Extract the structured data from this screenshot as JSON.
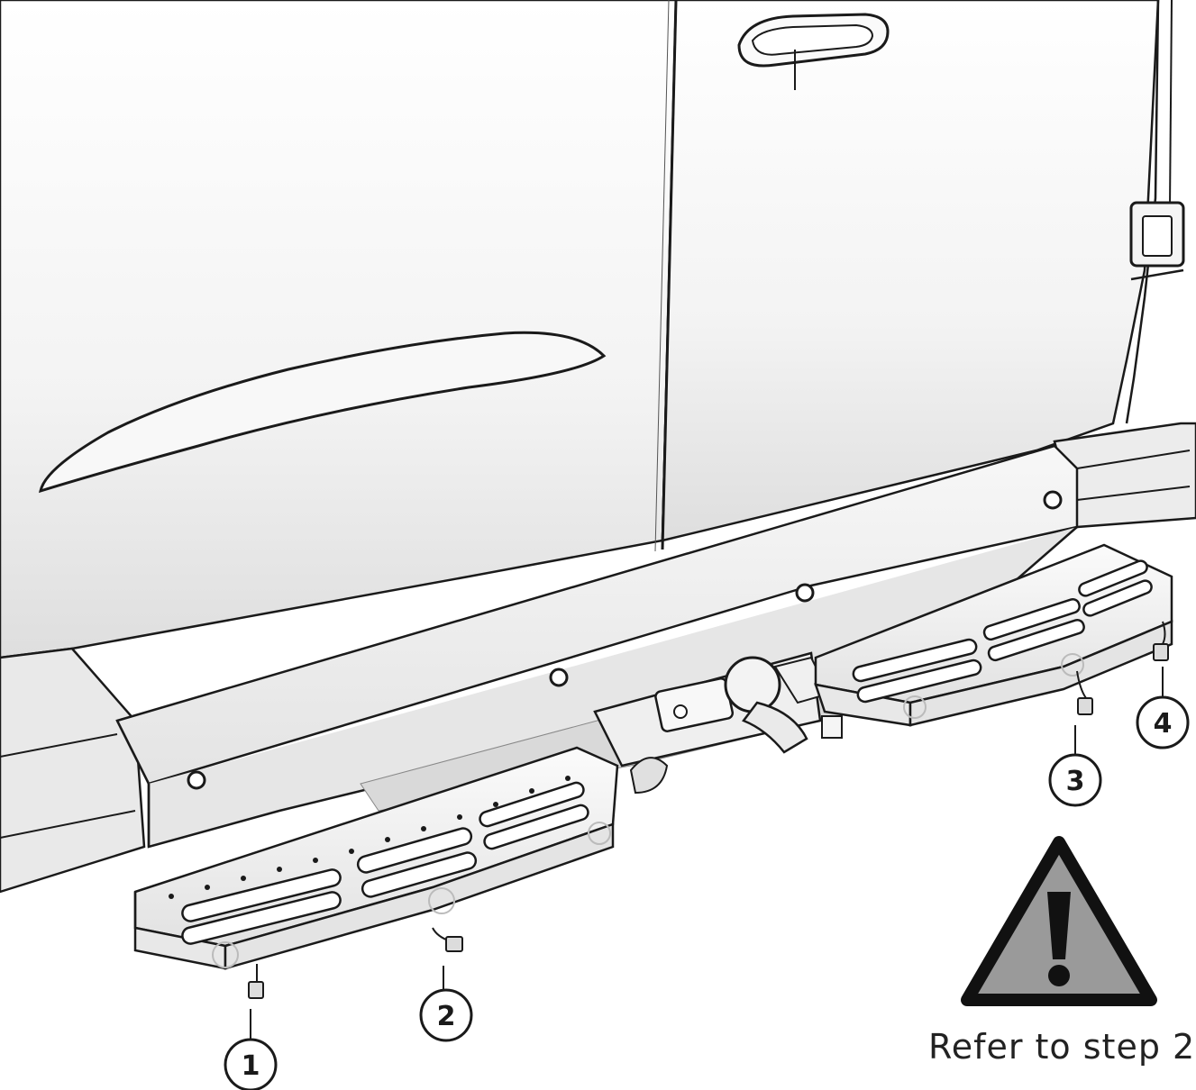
{
  "callouts": [
    {
      "id": "1",
      "label": "1"
    },
    {
      "id": "2",
      "label": "2"
    },
    {
      "id": "3",
      "label": "3"
    },
    {
      "id": "4",
      "label": "4"
    }
  ],
  "warning": {
    "icon": "warning-triangle-icon",
    "caption": "Refer to step 2",
    "fill_color": "#9a9a9a",
    "stroke_color": "#111111"
  },
  "colors": {
    "body": "#f4f4f4",
    "shadow": "#d6d6d6",
    "line": "#1a1a1a"
  }
}
